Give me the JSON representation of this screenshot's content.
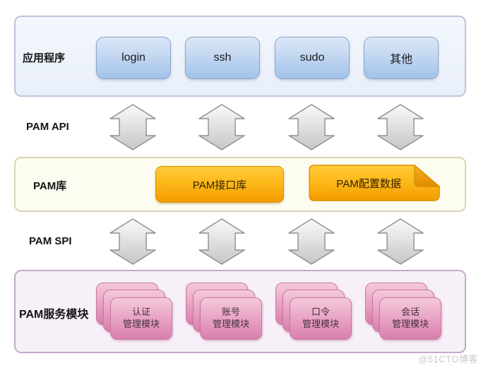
{
  "diagram": {
    "rows": {
      "applications": {
        "label": "应用程序",
        "apps": [
          {
            "label": "login"
          },
          {
            "label": "ssh"
          },
          {
            "label": "sudo"
          },
          {
            "label": "其他"
          }
        ]
      },
      "pam_api": {
        "label": "PAM API"
      },
      "pam_library": {
        "label": "PAM库",
        "interface_library": "PAM接口库",
        "config_data": "PAM配置数据"
      },
      "pam_spi": {
        "label": "PAM SPI"
      },
      "service_modules": {
        "label": "PAM服务模块",
        "modules": [
          {
            "line1": "认证",
            "line2": "管理模块"
          },
          {
            "line1": "账号",
            "line2": "管理模块"
          },
          {
            "line1": "口令",
            "line2": "管理模块"
          },
          {
            "line1": "会话",
            "line2": "管理模块"
          }
        ]
      }
    },
    "colors": {
      "app_band_bg": "#edf3fb",
      "app_band_border": "#b9c6da",
      "app_box_top": "#dbe7f8",
      "app_box_bottom": "#a2c2ea",
      "app_box_border": "#8aa7c9",
      "arrow_fill_top": "#f8f8f8",
      "arrow_fill_bottom": "#cccccc",
      "arrow_border": "#8f8f8f",
      "lib_band_bg": "#fdfcf0",
      "lib_band_border": "#d9d3b8",
      "orange_top": "#ffcb3c",
      "orange_bottom": "#f39c00",
      "orange_border": "#d88f00",
      "svc_band_bg": "#f8f0f8",
      "svc_band_border": "#c2a9c8",
      "card_top": "#f4c9dc",
      "card_bottom": "#d87fae",
      "card_border": "#c9799f"
    }
  },
  "watermark": "@51CTO博客"
}
